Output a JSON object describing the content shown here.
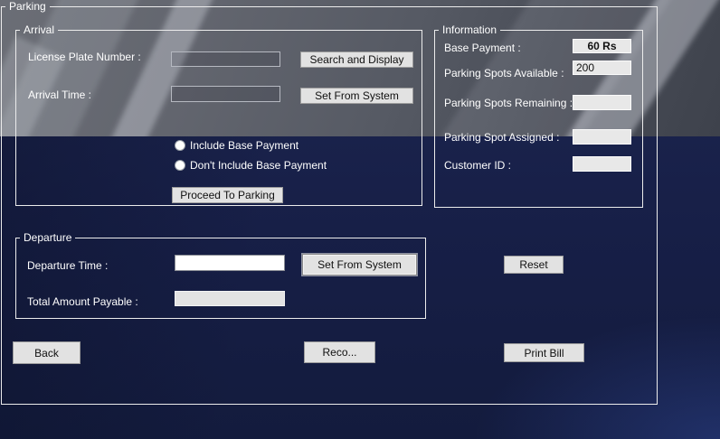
{
  "window": {
    "title": "Parking"
  },
  "arrival": {
    "title": "Arrival",
    "license_plate_label": "License Plate Number :",
    "license_plate_value": "",
    "search_display_button": "Search and Display",
    "arrival_time_label": "Arrival Time :",
    "arrival_time_value": "",
    "set_from_system_button": "Set From System",
    "radio_options": [
      {
        "label": "Include Base Payment",
        "selected": false
      },
      {
        "label": "Don't Include Base Payment",
        "selected": false
      }
    ],
    "proceed_button": "Proceed To Parking"
  },
  "information": {
    "title": "Information",
    "base_payment_label": "Base Payment :",
    "base_payment_value": "60 Rs",
    "spots_available_label": "Parking Spots Available :",
    "spots_available_value": "200",
    "spots_remaining_label": "Parking Spots Remaining :",
    "spots_remaining_value": "",
    "spot_assigned_label": "Parking Spot Assigned :",
    "spot_assigned_value": "",
    "customer_id_label": "Customer ID :",
    "customer_id_value": ""
  },
  "departure": {
    "title": "Departure",
    "departure_time_label": "Departure Time :",
    "departure_time_value": "",
    "set_from_system_button": "Set From System",
    "total_amount_label": "Total Amount Payable :",
    "total_amount_value": ""
  },
  "buttons": {
    "reset": "Reset",
    "back": "Back",
    "reco": "Reco...",
    "print_bill": "Print Bill"
  },
  "colors": {
    "navy_background": "#171f47",
    "photo_gray": "#565a64",
    "groupbox_border": "#ececec",
    "button_face": "#e2e2e2",
    "label_text": "#ffffff"
  }
}
